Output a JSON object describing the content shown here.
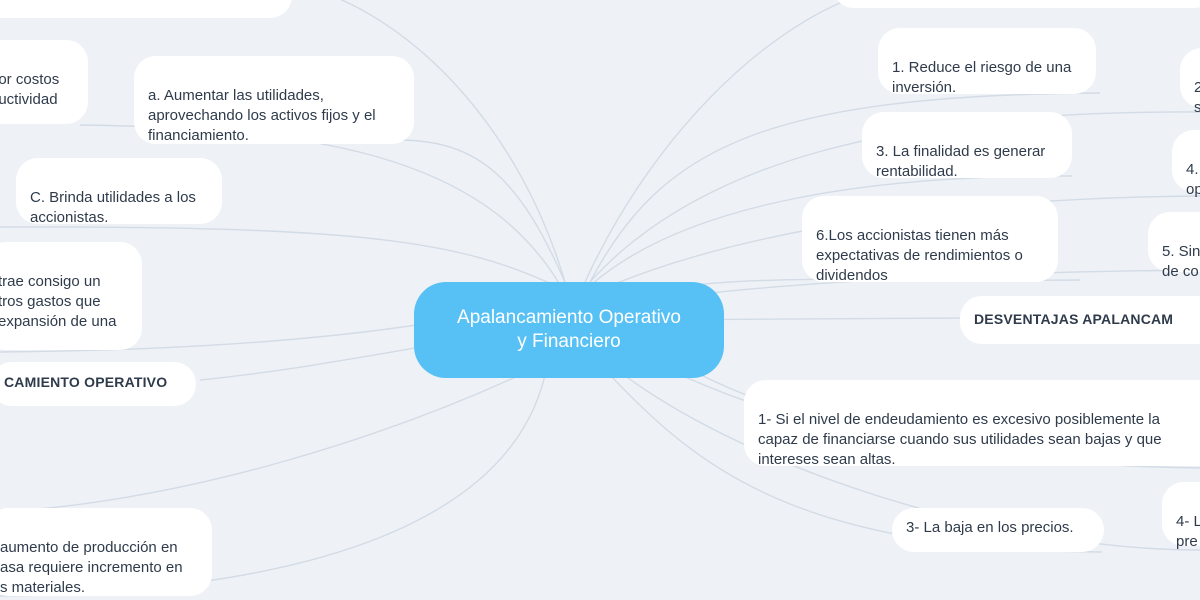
{
  "center": {
    "label": "Apalancamiento Operativo\ny Financiero"
  },
  "nodes": [
    {
      "id": "top-left-cut",
      "text": ""
    },
    {
      "id": "costos-cut",
      "text": "por costos\nductividad"
    },
    {
      "id": "a-aumentar",
      "text": "a. Aumentar las utilidades,\naprovechando los activos fijos y el\nfinanciamiento."
    },
    {
      "id": "c-brinda",
      "text": "C. Brinda utilidades a los\naccionistas."
    },
    {
      "id": "trae-consigo",
      "text": "trae consigo un\ntros gastos que\nexpansión de una"
    },
    {
      "id": "desv-operativo",
      "text": "CAMIENTO OPERATIVO"
    },
    {
      "id": "aumento-produccion",
      "text": "aumento de producción en\nasa requiere incremento en\ns materiales."
    },
    {
      "id": "top-right-cut",
      "text": ""
    },
    {
      "id": "v1",
      "text": "1. Reduce el riesgo de una\ninversión."
    },
    {
      "id": "v2-cut",
      "text": "2\ns"
    },
    {
      "id": "v3",
      "text": "3. La finalidad es generar\nrentabilidad."
    },
    {
      "id": "v4-cut",
      "text": "4.\nop"
    },
    {
      "id": "v6",
      "text": "6.Los accionistas tienen más\nexpectativas de rendimientos o\ndividendos"
    },
    {
      "id": "v5-cut",
      "text": "5. Sin\nde co"
    },
    {
      "id": "desv-financiero",
      "text": "DESVENTAJAS APALANCAM"
    },
    {
      "id": "d1",
      "text": "1- Si el nivel de endeudamiento es excesivo posiblemente la\ncapaz de financiarse cuando sus utilidades sean bajas y que\nintereses sean altas."
    },
    {
      "id": "d4-cut",
      "text": "4- L\npre"
    },
    {
      "id": "d3",
      "text": "3- La baja en los precios."
    }
  ]
}
